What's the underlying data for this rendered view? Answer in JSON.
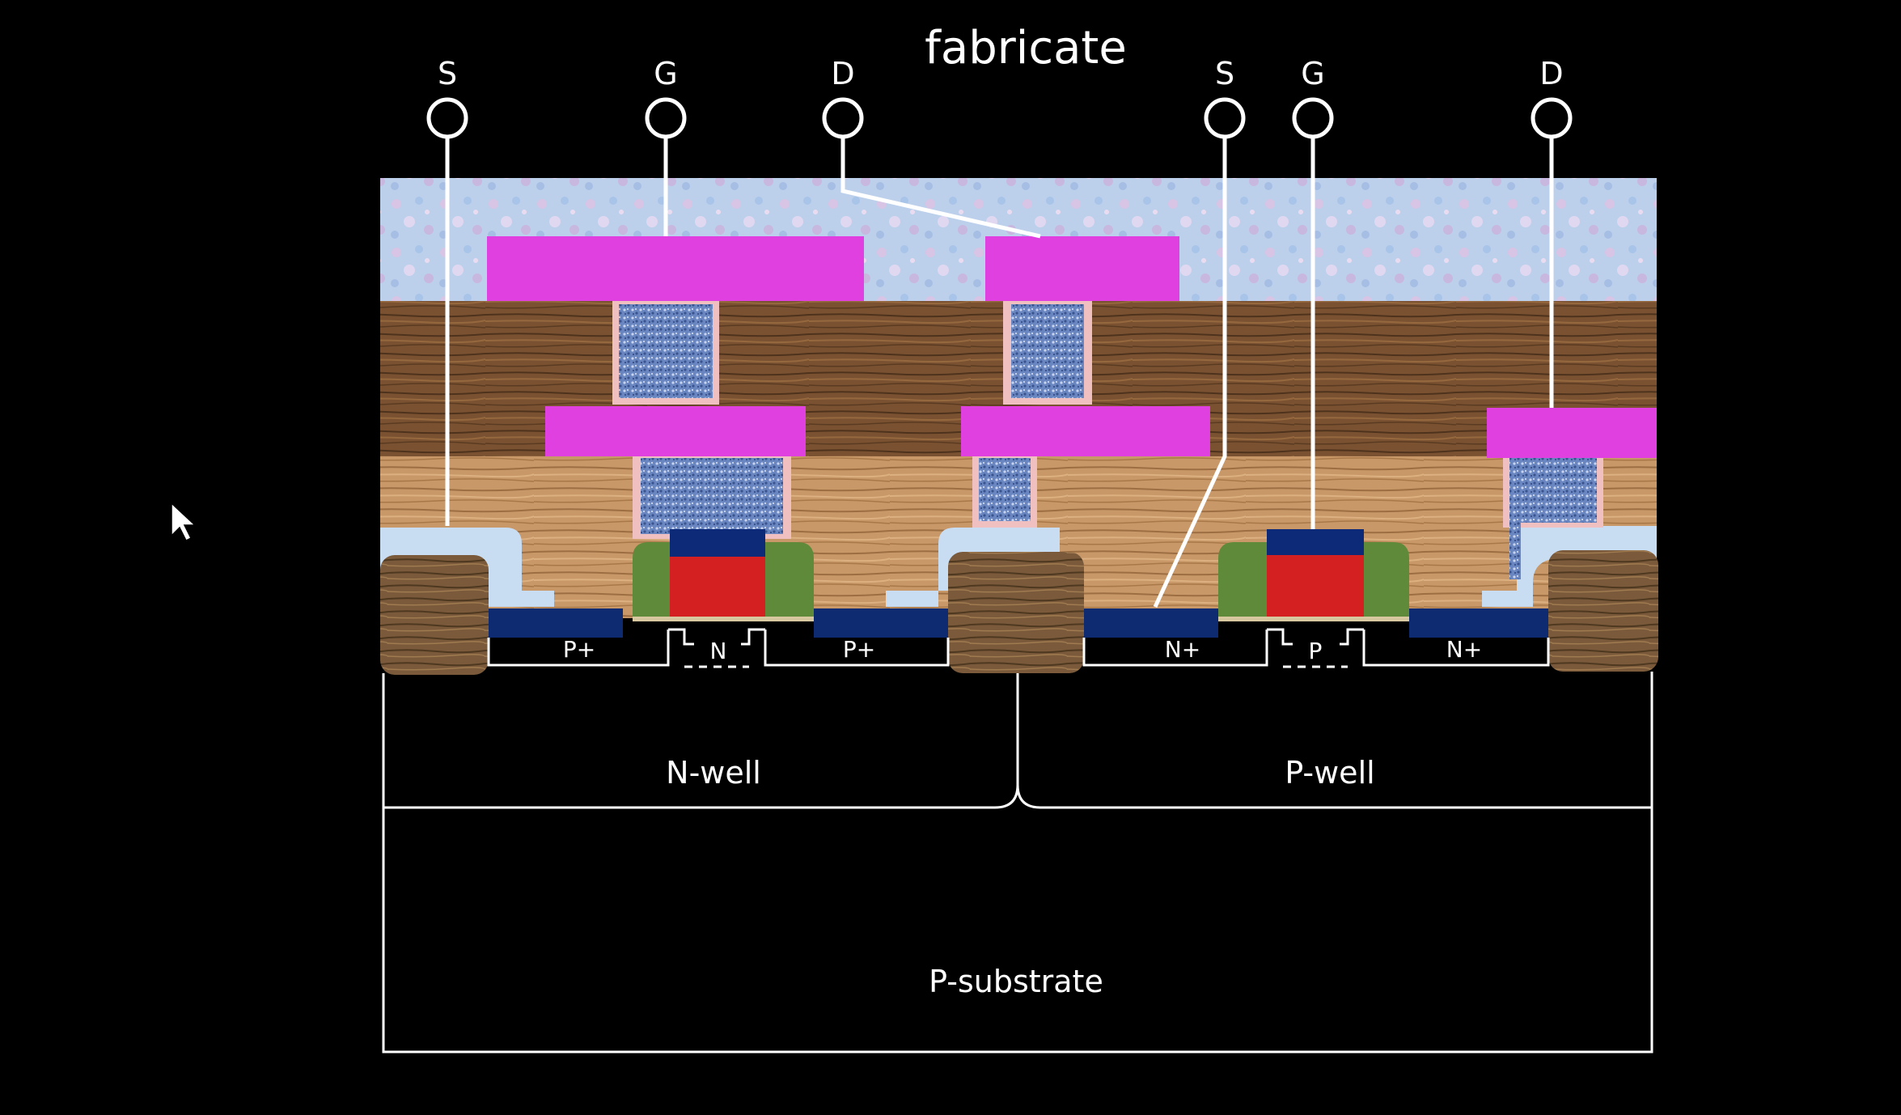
{
  "title": "fabricate",
  "terminals": {
    "pmos_source": "S",
    "pmos_gate": "G",
    "pmos_drain": "D",
    "nmos_source": "S",
    "nmos_gate": "G",
    "nmos_drain": "D"
  },
  "regions": {
    "pmos_left_diffusion": "P+",
    "pmos_channel": "N",
    "pmos_right_diffusion": "P+",
    "nmos_left_diffusion": "N+",
    "nmos_channel": "P",
    "nmos_right_diffusion": "N+",
    "n_well": "N-well",
    "p_well": "P-well",
    "p_substrate": "P-substrate"
  },
  "colors": {
    "background": "#000000",
    "metal": "#e040e0",
    "polysilicon_gate": "#d42020",
    "gate_oxide": "#0c2a78",
    "spacer": "#5e8a3a",
    "diffusion_contact": "#0e2a70",
    "via_fill": "#6a86c0",
    "via_liner": "#f0c0c0",
    "dielectric_upper": "#7a5232",
    "dielectric_lower": "#c89868",
    "passivation": "#bcd0ec",
    "shallow_trench_isolation": "#7a5a3a",
    "outline": "#ffffff"
  },
  "cursor": "arrow-cursor-icon"
}
